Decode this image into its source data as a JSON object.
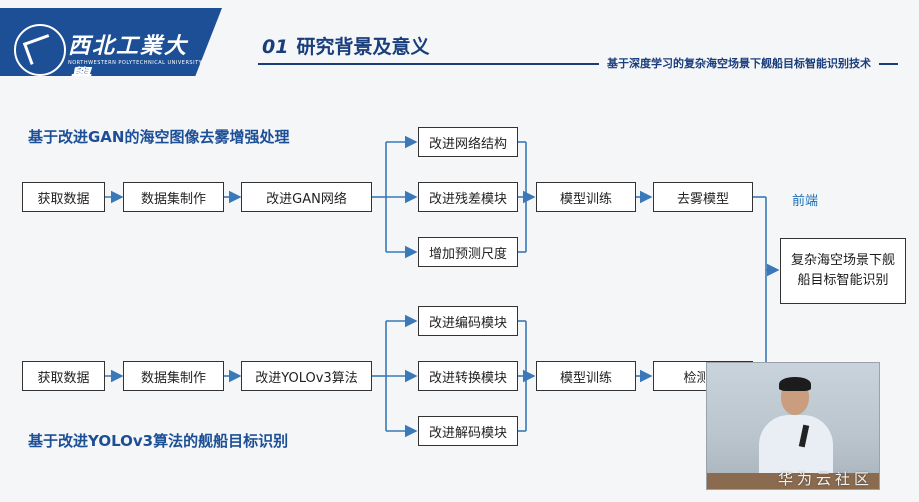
{
  "header": {
    "university_name": "西北工業大學",
    "university_name_en": "NORTHWESTERN POLYTECHNICAL UNIVERSITY",
    "section_number": "01",
    "section_title": "研究背景及意义",
    "subtitle": "基于深度学习的复杂海空场景下舰船目标智能识别技术"
  },
  "diagram": {
    "top_heading": "基于改进GAN的海空图像去雾增强处理",
    "bottom_heading": "基于改进YOLOv3算法的舰船目标识别",
    "top_row": {
      "step1": "获取数据",
      "step2": "数据集制作",
      "step3": "改进GAN网络",
      "branch1": "改进网络结构",
      "branch2": "改进残差模块",
      "branch3": "增加预测尺度",
      "train": "模型训练",
      "model": "去雾模型"
    },
    "bottom_row": {
      "step1": "获取数据",
      "step2": "数据集制作",
      "step3": "改进YOLOv3算法",
      "branch1": "改进编码模块",
      "branch2": "改进转换模块",
      "branch3": "改进解码模块",
      "train": "模型训练",
      "model": "检测模"
    },
    "frontend_label": "前端",
    "final_box": "复杂海空场景下舰船目标智能识别"
  },
  "watermark": "华为云社区",
  "colors": {
    "brand_blue": "#1d4f96",
    "heading_blue": "#1d4f96",
    "arrow_blue": "#3a78b8",
    "label_blue": "#1d6fb8"
  }
}
